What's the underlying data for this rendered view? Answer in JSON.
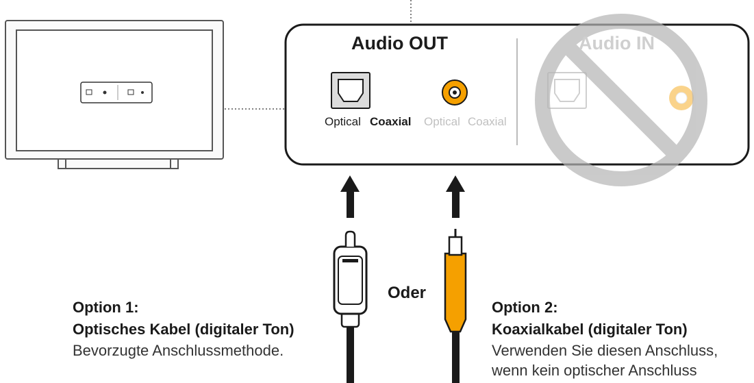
{
  "colors": {
    "accent_orange": "#f5a000",
    "line_dark": "#1a1a1a",
    "muted_gray": "#cccccc"
  },
  "panel": {
    "audio_out_label": "Audio OUT",
    "audio_in_label": "Audio IN",
    "out_ports": [
      "Optical",
      "Coaxial"
    ],
    "in_ports": [
      "Optical",
      "Coaxial"
    ]
  },
  "cables": {
    "separator": "Oder"
  },
  "option1": {
    "title": "Option 1:",
    "subtitle": "Optisches Kabel (digitaler Ton)",
    "description": "Bevorzugte Anschlussmethode."
  },
  "option2": {
    "title": "Option 2:",
    "subtitle": "Koaxialkabel (digitaler Ton)",
    "description_line1": "Verwenden Sie diesen Anschluss,",
    "description_line2": "wenn kein optischer Anschluss"
  },
  "icons": [
    "tv-icon",
    "optical-port-icon",
    "coaxial-port-icon",
    "prohibited-icon",
    "arrow-up-icon",
    "optical-plug-icon",
    "coaxial-plug-icon"
  ]
}
